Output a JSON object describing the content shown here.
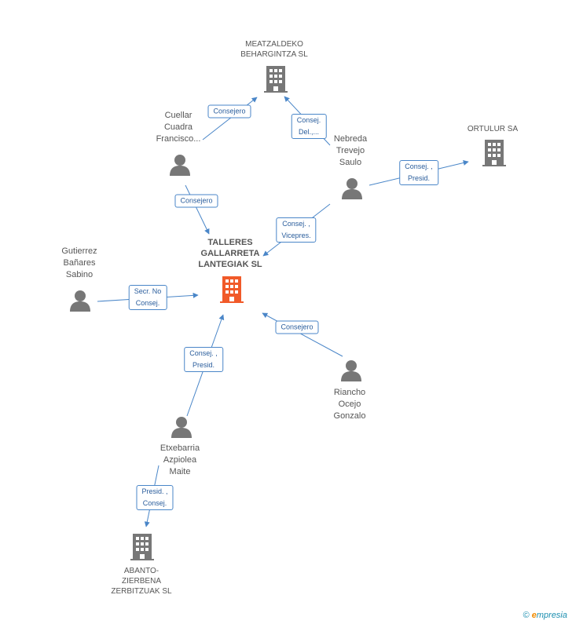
{
  "main_company": {
    "name": "TALLERES\nGALLARRETA\nLANTEGIAK SL",
    "color": "#f15a29"
  },
  "companies": [
    {
      "id": "meatzaldeko",
      "name": "MEATZALDEKO\nBEHARGINTZA SL"
    },
    {
      "id": "ortulur",
      "name": "ORTULUR SA"
    },
    {
      "id": "abanto",
      "name": "ABANTO-\nZIERBENA\nZERBITZUAK SL"
    }
  ],
  "people": [
    {
      "id": "cuellar",
      "name": "Cuellar\nCuadra\nFrancisco..."
    },
    {
      "id": "nebreda",
      "name": "Nebreda\nTrevejo\nSaulo"
    },
    {
      "id": "gutierrez",
      "name": "Gutierrez\nBañares\nSabino"
    },
    {
      "id": "riancho",
      "name": "Riancho\nOcejo\nGonzalo"
    },
    {
      "id": "etxebarria",
      "name": "Etxebarria\nAzpiolea\nMaite"
    }
  ],
  "relations": [
    {
      "id": "r1",
      "label": "Consejero"
    },
    {
      "id": "r2",
      "label": "Consej.\nDel.,..."
    },
    {
      "id": "r3",
      "label": "Consej. ,\nPresid."
    },
    {
      "id": "r4",
      "label": "Consejero"
    },
    {
      "id": "r5",
      "label": "Consej. ,\nVicepres."
    },
    {
      "id": "r6",
      "label": "Secr.  No\nConsej."
    },
    {
      "id": "r7",
      "label": "Consejero"
    },
    {
      "id": "r8",
      "label": "Consej. ,\nPresid."
    },
    {
      "id": "r9",
      "label": "Presid. ,\nConsej."
    }
  ],
  "colors": {
    "edge": "#4a86c8",
    "icon": "#777777",
    "main_icon": "#f15a29"
  },
  "footer": {
    "copyright": "©",
    "brand_e": "e",
    "brand_rest": "mpresia"
  }
}
